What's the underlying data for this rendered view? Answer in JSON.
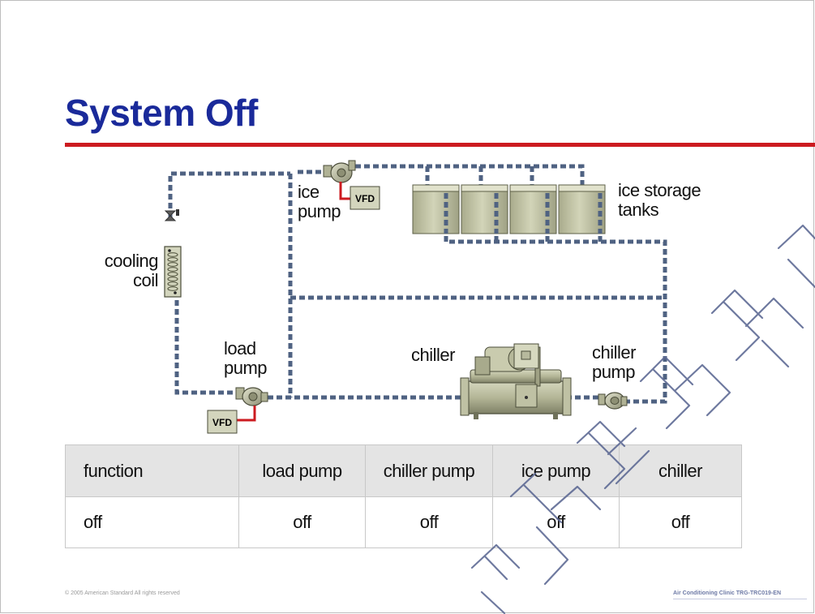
{
  "slide": {
    "title": "System Off",
    "footer_left": "© 2005 American Standard   All rights reserved",
    "footer_right": "Air Conditioning Clinic TRG-TRC019-EN"
  },
  "diagram": {
    "labels": {
      "cooling_coil": [
        "cooling",
        "coil"
      ],
      "ice_pump": [
        "ice",
        "pump"
      ],
      "ice_storage_tanks": [
        "ice storage",
        "tanks"
      ],
      "load_pump": [
        "load",
        "pump"
      ],
      "chiller": "chiller",
      "chiller_pump": [
        "chiller",
        "pump"
      ]
    },
    "vfd_label": "VFD",
    "tank_count": 4
  },
  "table": {
    "header": [
      "function",
      "load pump",
      "chiller pump",
      "ice pump",
      "chiller"
    ],
    "rows": [
      [
        "off",
        "off",
        "off",
        "off",
        "off"
      ]
    ]
  },
  "colors": {
    "title": "#1a2a9a",
    "rule": "#cc1b20",
    "pipe": "#4f6282",
    "equipment": "#c9cbae",
    "vfd_wire": "#cc1b20"
  }
}
